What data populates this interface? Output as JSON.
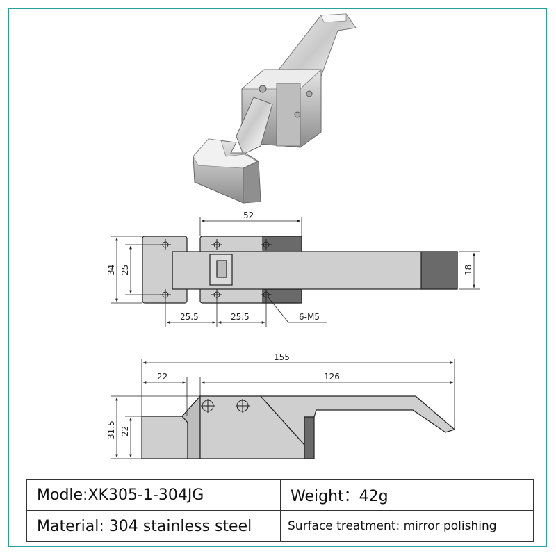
{
  "dimensions": {
    "top_width": "52",
    "height_outer": "34",
    "height_inner": "25",
    "bar_width": "18",
    "hole_spacing_left": "25.5",
    "hole_spacing_right": "25.5",
    "screw_callout": "6-M5",
    "total_length": "155",
    "block_length": "22",
    "handle_length": "126",
    "side_height_outer": "31.5",
    "side_height_inner": "22"
  },
  "specs": {
    "model": "Modle:XK305-1-304JG",
    "weight": "Weight：42g",
    "material": "Material: 304 stainless steel",
    "surface": "Surface treatment: mirror polishing"
  },
  "colors": {
    "frame_border": "#2aa198",
    "part_fill": "#cfcfcf",
    "dark_fill": "#6a6a6a",
    "line": "#222222"
  }
}
